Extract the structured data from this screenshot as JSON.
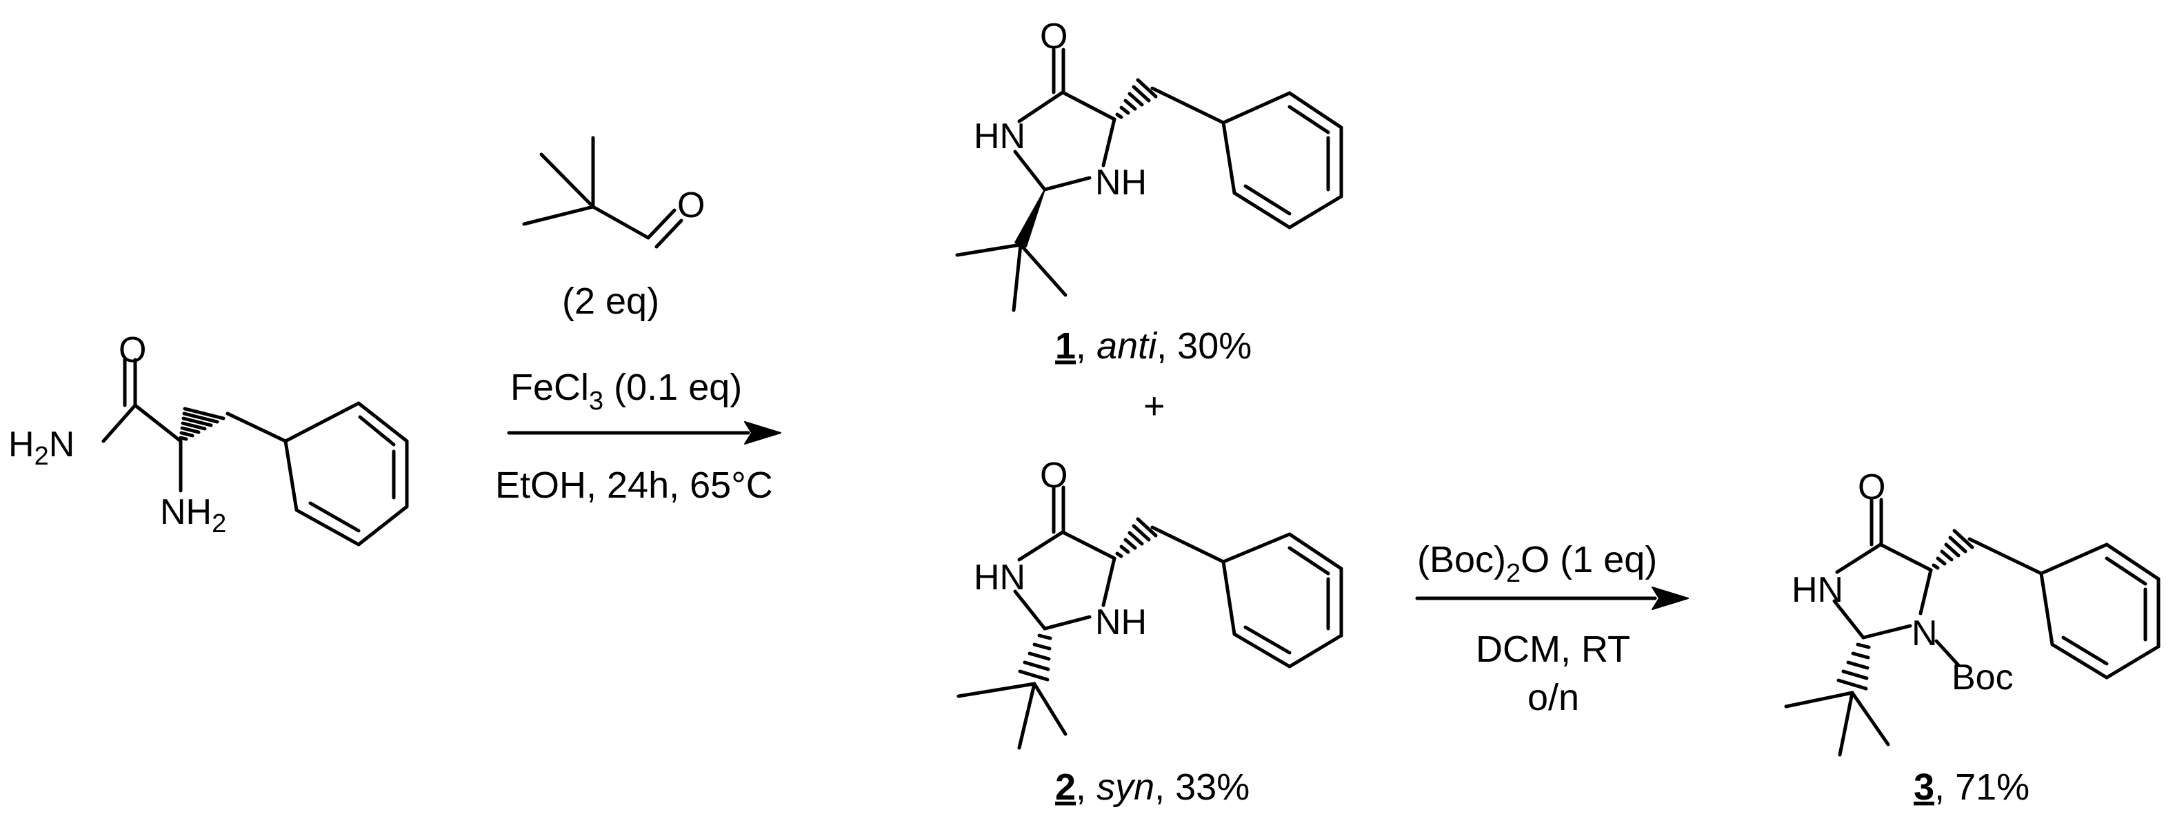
{
  "start_material": {
    "o": "O",
    "h2n_h": "H",
    "h2n_2": "2",
    "h2n_n": "N",
    "nh2_nh": "NH",
    "nh2_2": "2"
  },
  "aldehyde": {
    "o": "O"
  },
  "step1": {
    "eq": "(2 eq)",
    "cat_a": "FeCl",
    "cat_3": "3",
    "cat_b": " (0.1 eq)",
    "conditions": "EtOH, 24h, 65°C"
  },
  "product1": {
    "o": "O",
    "hn": "HN",
    "nh": "NH",
    "num": "1",
    "sep1": ", ",
    "desc": "anti",
    "sep2": ", ",
    "yield": "30%"
  },
  "plus": "+",
  "product2": {
    "o": "O",
    "hn": "HN",
    "nh": "NH",
    "num": "2",
    "sep1": ", ",
    "desc": "syn",
    "sep2": ", ",
    "yield": "33%"
  },
  "step2": {
    "reagent_a": "(Boc)",
    "reagent_2": "2",
    "reagent_b": "O (1 eq)",
    "conditions_line1": "DCM, RT",
    "conditions_line2": "o/n"
  },
  "product3": {
    "o": "O",
    "hn": "HN",
    "n": "N",
    "boc": "Boc",
    "num": "3",
    "sep": ", ",
    "yield": "71%"
  }
}
